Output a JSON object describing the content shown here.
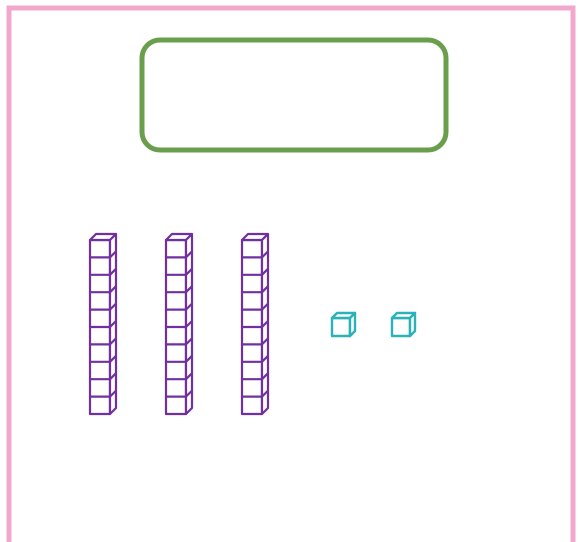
{
  "colors": {
    "border": "#f0a8cc",
    "answer_box": "#6a9e4c",
    "tens_rod": "#7030a0",
    "ones_cube": "#2ab2b8",
    "background": "#ffffff"
  },
  "base_ten_blocks": {
    "tens": {
      "count": 3,
      "units_per_rod": 10,
      "icon": "tens-rod-icon"
    },
    "ones": {
      "count": 2,
      "icon": "unit-cube-icon"
    }
  },
  "answer_box": {
    "value": ""
  }
}
